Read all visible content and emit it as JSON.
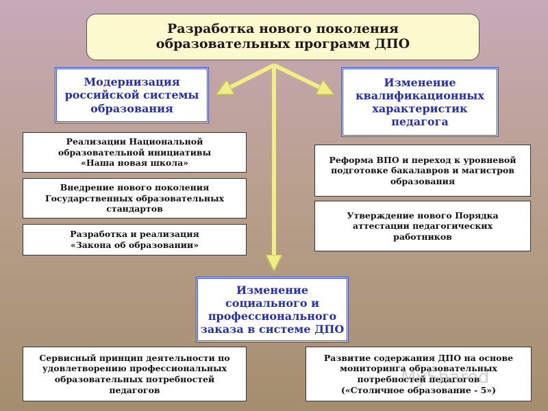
{
  "title": "Разработка нового поколения\nобразовательных программ ДПО",
  "branches": {
    "left": "Модернизация\nроссийской системы\nобразования",
    "right": "Изменение\nквалификационных\nхарактеристик\nпедагога",
    "bottom": "Изменение\nсоциального и\nпрофессионального\nзаказа в системе ДПО"
  },
  "left_items": [
    "Реализации Национальной\nобразовательной инициативы\n«Наша новая школа»",
    "Внедрение нового поколения\nГосударственных образовательных\nстандартов",
    "Разработка и реализация\n«Закона об образовании»"
  ],
  "right_items": [
    "Реформа ВПО и переход к уровневой\nподготовке бакалавров и магистров\nобразования",
    "Утверждение нового Порядка\nаттестации педагогических\nработников"
  ],
  "bottom_items": [
    "Сервисный принцип деятельности по\nудовлетворению профессиональных\nобразовательных потребностей\nпедагогов",
    "Развитие содержания ДПО на основе\nмониторинга образовательных\nпотребностей педагогов\n(«Столичное образование - 5»)"
  ],
  "colors": {
    "arrow": "#f2ee86",
    "branch_border": "#2a3fd8",
    "branch_text": "#2630a8",
    "title_fill": "#fdf9cf"
  }
}
